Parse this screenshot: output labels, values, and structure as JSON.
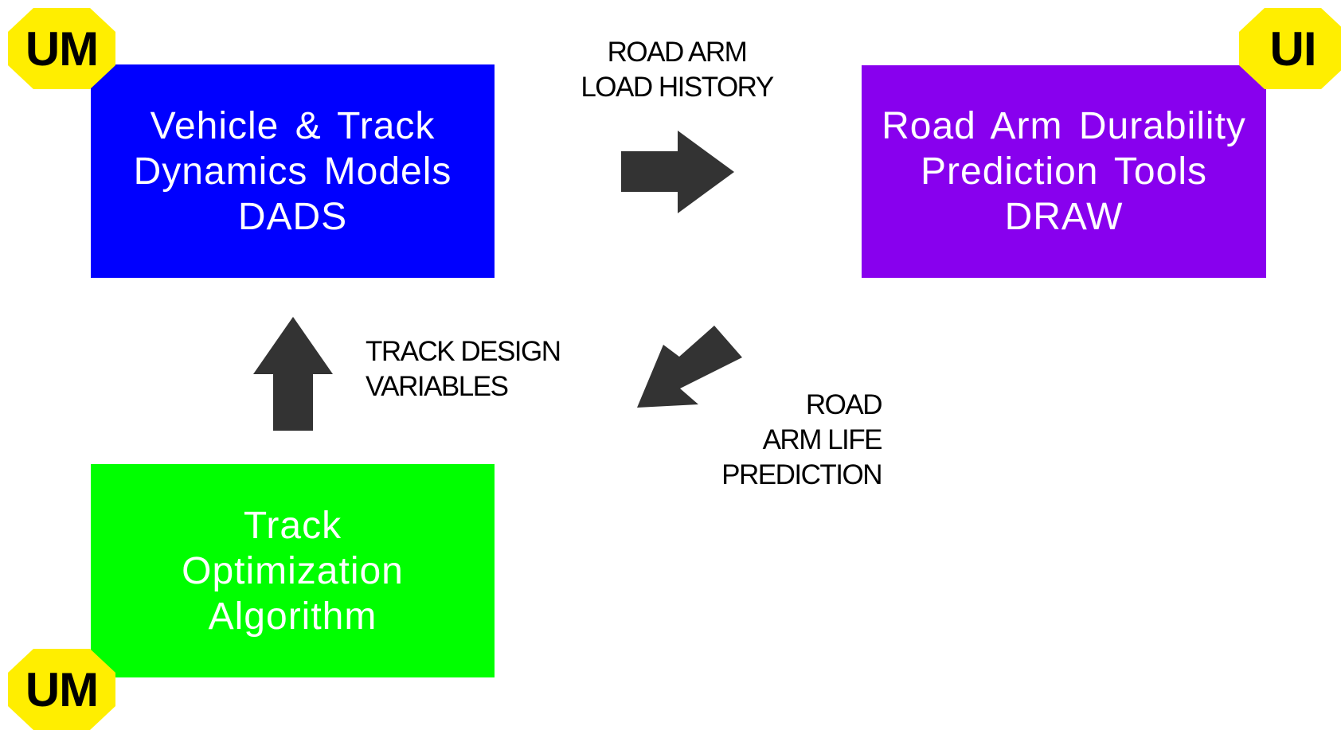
{
  "boxes": {
    "dads": {
      "lines": [
        "Vehicle & Track",
        "Dynamics Models",
        "DADS"
      ],
      "color": "#0000FF"
    },
    "draw": {
      "lines": [
        "Road Arm Durability",
        "Prediction Tools",
        "DRAW"
      ],
      "color": "#8800EE"
    },
    "track": {
      "lines": [
        "Track",
        "Optimization",
        "Algorithm"
      ],
      "color": "#00FF00"
    }
  },
  "badges": {
    "um_top": "UM",
    "ui": "UI",
    "um_bottom": "UM",
    "color": "#FFEE00"
  },
  "labels": {
    "load": [
      "ROAD ARM",
      "LOAD HISTORY"
    ],
    "design": [
      "TRACK DESIGN",
      "VARIABLES"
    ],
    "life": [
      "ROAD",
      "ARM LIFE",
      "PREDICTION"
    ]
  },
  "arrow_color": "#333333"
}
